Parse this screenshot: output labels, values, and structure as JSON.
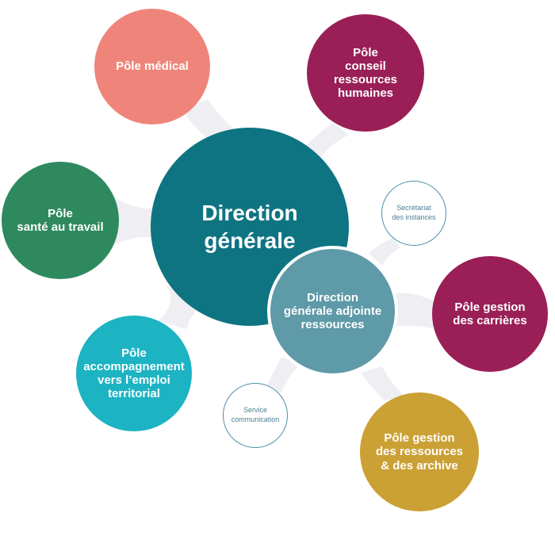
{
  "colors": {
    "connector": "#eeeef3",
    "direction_generale": "#0f7482",
    "dga": "#5e9aa8",
    "pole_medical": "#ef857a",
    "pole_conseil_rh": "#9a1f57",
    "pole_sante": "#2e8a5e",
    "pole_accompagnement": "#1cb3c3",
    "pole_carrieres": "#9a1f57",
    "pole_archives": "#cba034",
    "small_border": "#4a90a8"
  },
  "nodes": {
    "pole_medical": "Pôle médical",
    "pole_conseil_rh": "Pôle\nconseil\nressources\nhumaines",
    "pole_sante": "Pôle\nsanté au travail",
    "direction_generale": "Direction\ngénérale",
    "dga": "Direction\ngénérale adjointe\nressources",
    "pole_accompagnement": "Pôle\naccompagnement\nvers l’emploi\nterritorial",
    "pole_carrieres": "Pôle gestion\ndes carrières",
    "pole_archives": "Pôle gestion\ndes ressources\n& des archive",
    "secretariat": "Secrétariat\ndes instances",
    "communication": "Service\ncommunication"
  }
}
